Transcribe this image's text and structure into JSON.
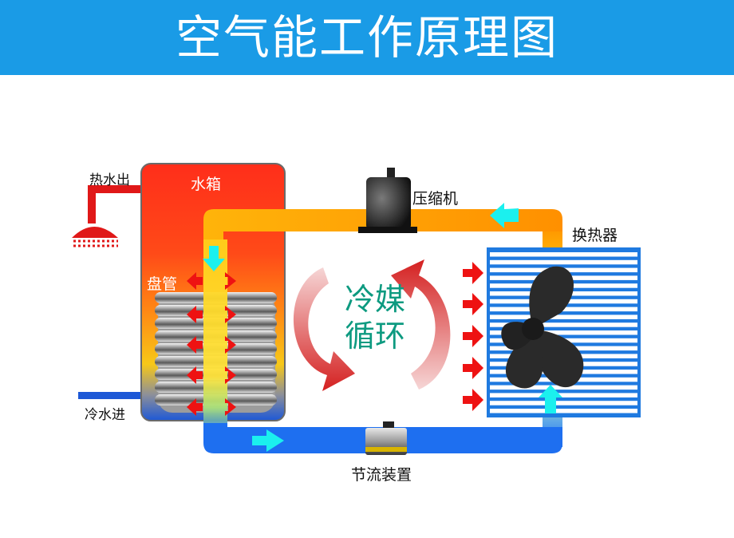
{
  "title": "空气能工作原理图",
  "labels": {
    "hot_water_out": "热水出",
    "cold_water_in": "冷水进",
    "water_tank": "水箱",
    "coil": "盘管",
    "compressor": "压缩机",
    "heat_exchanger": "换热器",
    "throttle": "节流装置",
    "refrigerant_line1": "冷媒",
    "refrigerant_line2": "循环"
  },
  "colors": {
    "banner": "#1a9be6",
    "tank_top": "#ff2e1a",
    "tank_mid": "#f5c118",
    "tank_bottom": "#1d58d6",
    "pipe_hot": "#ff9100",
    "pipe_cold": "#1e6ff0",
    "flow_arrow": "#1bf0ee",
    "heat_arrow": "#ee1212",
    "refrigerant_text": "#0d9a80"
  },
  "icons": [
    "shower-head-icon",
    "compressor-icon",
    "fan-icon",
    "throttle-valve-icon",
    "coil-icon",
    "cycle-arrows-icon"
  ]
}
